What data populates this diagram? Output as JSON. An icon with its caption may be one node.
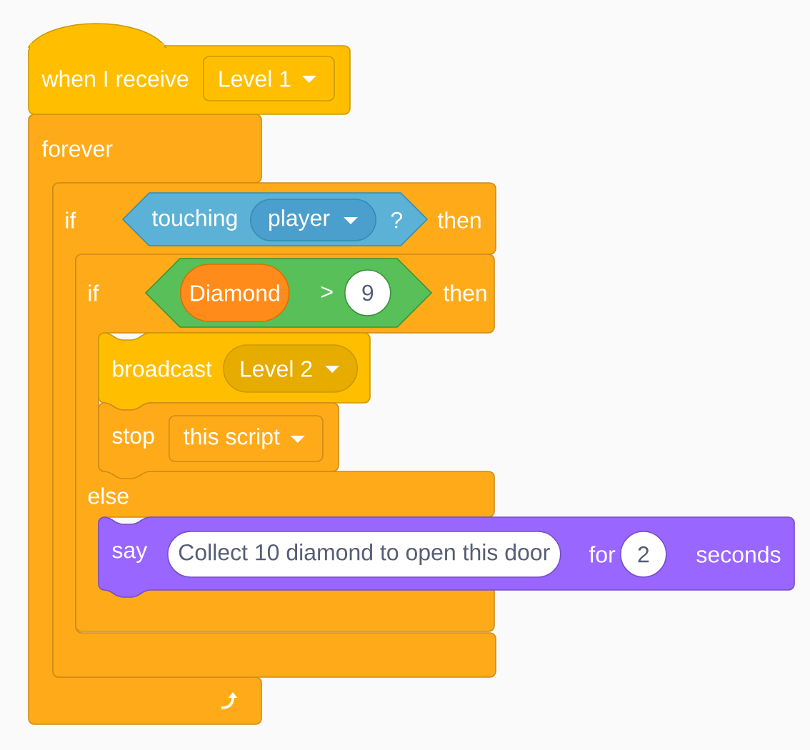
{
  "diagram": {
    "nodes": [
      {
        "text": [
          "when I receive"
        ]
      },
      {
        "text": [
          "Level 1"
        ],
        "in": 0
      },
      {
        "text": [
          "forever"
        ]
      },
      {
        "text": [
          "if",
          "then"
        ]
      },
      {
        "text": [
          "touching",
          "?"
        ],
        "in": 3
      },
      {
        "text": [
          "player"
        ],
        "in": 4
      },
      {
        "text": [
          "if",
          "then",
          "else"
        ],
        "in": 3
      },
      {
        "text": [
          ">"
        ],
        "in": 6
      },
      {
        "text": [
          "Diamond"
        ],
        "in": 7
      },
      {
        "text": [
          "9"
        ],
        "in": 7
      },
      {
        "text": [
          "broadcast"
        ],
        "in": 6
      },
      {
        "text": [
          "Level 2"
        ],
        "in": 10
      },
      {
        "text": [
          "stop"
        ],
        "in": 6
      },
      {
        "text": [
          "this script"
        ],
        "in": 12
      },
      {
        "text": [
          "say",
          "for",
          "seconds"
        ]
      },
      {
        "text": [
          "Collect 10 diamond to open this door"
        ],
        "in": 14
      },
      {
        "text": [
          "2"
        ],
        "in": 14
      }
    ]
  }
}
